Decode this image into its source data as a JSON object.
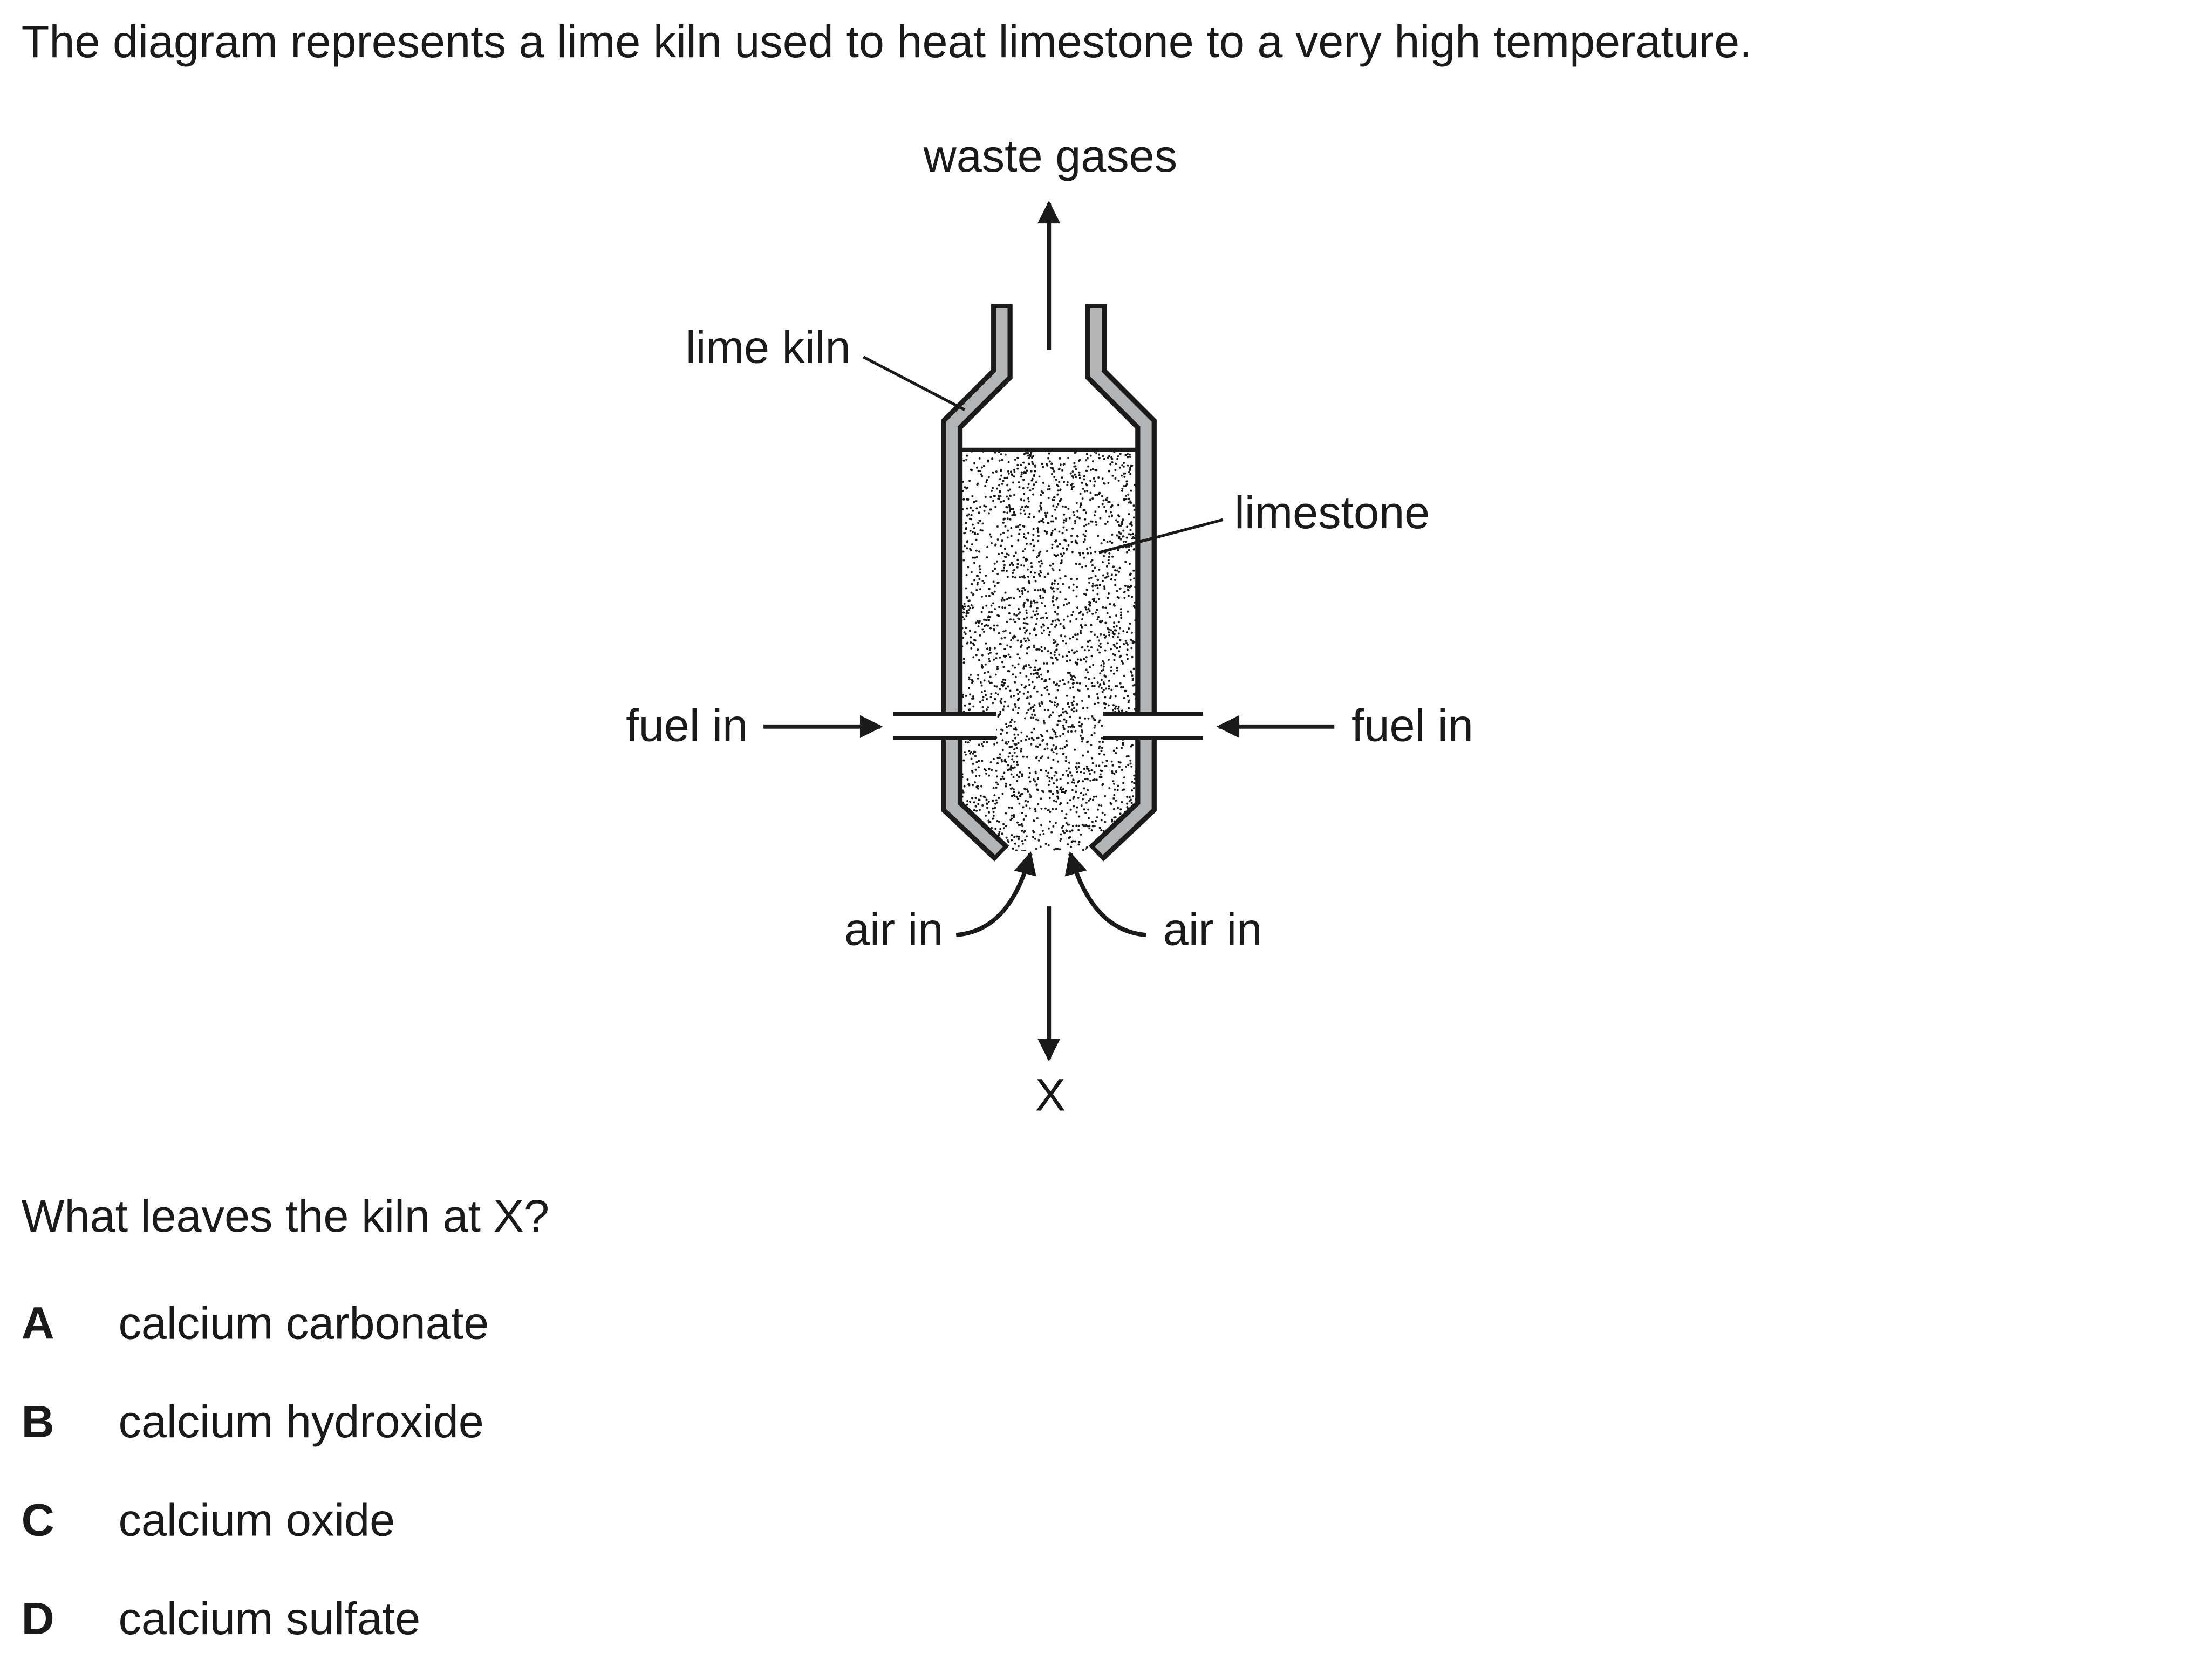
{
  "question": {
    "intro": "The diagram represents a lime kiln used to heat limestone to a very high temperature.",
    "prompt": "What leaves the kiln at X?",
    "options": [
      {
        "letter": "A",
        "text": "calcium carbonate"
      },
      {
        "letter": "B",
        "text": "calcium hydroxide"
      },
      {
        "letter": "C",
        "text": "calcium oxide"
      },
      {
        "letter": "D",
        "text": "calcium sulfate"
      }
    ]
  },
  "diagram": {
    "labels": {
      "waste_gases": "waste gases",
      "lime_kiln": "lime kiln",
      "limestone": "limestone",
      "fuel_in_left": "fuel in",
      "fuel_in_right": "fuel in",
      "air_in_left": "air in",
      "air_in_right": "air in",
      "x": "X"
    },
    "colors": {
      "wall": "#b3b4b6",
      "ink": "#1a1a1a"
    }
  }
}
